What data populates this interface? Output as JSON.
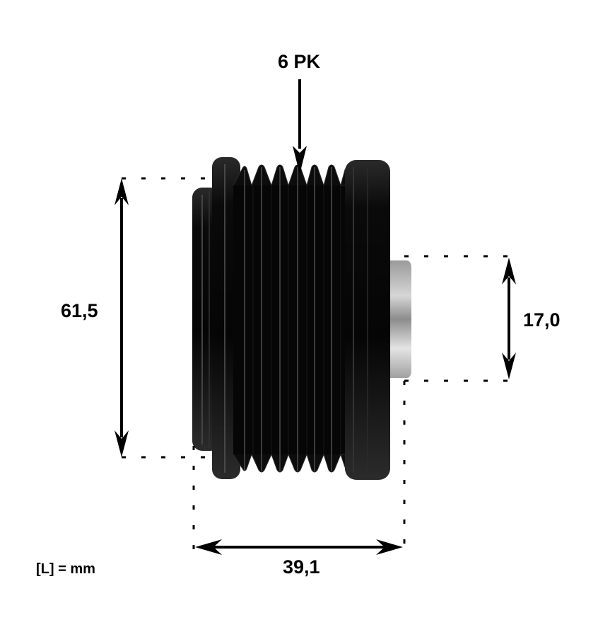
{
  "drawing": {
    "subject": "overrunning alternator pulley",
    "belt_profile": "6 PK",
    "unit_label": "[L] = mm",
    "dimensions": {
      "outer_diameter": "61,5",
      "shaft_diameter": "17,0",
      "overall_width": "39,1"
    },
    "colors": {
      "background": "#ffffff",
      "annotation": "#000000",
      "pulley_body": "#0b0b0b",
      "hub": "#b8b8b8"
    }
  }
}
